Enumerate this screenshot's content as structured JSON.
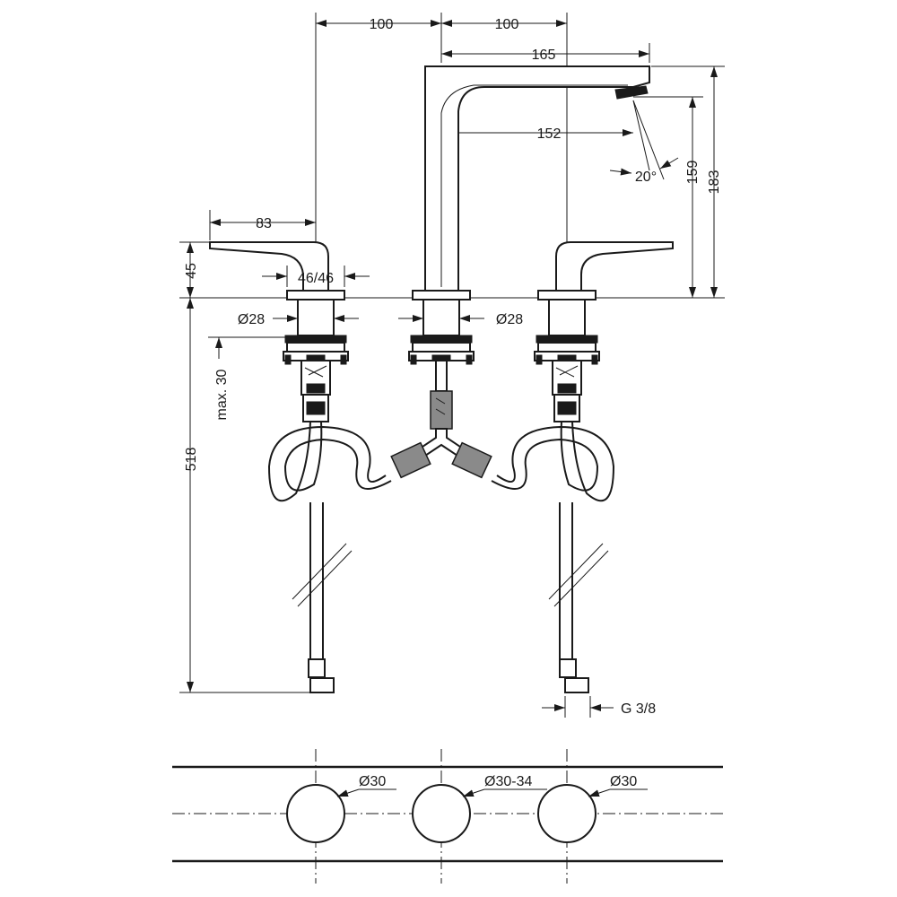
{
  "diagram": {
    "dimensions": {
      "spacing_left": "100",
      "spacing_right": "100",
      "spout_reach": "165",
      "spout_reach_inner": "152",
      "spray_angle": "20°",
      "outlet_height": "159",
      "total_height": "183",
      "handle_length": "83",
      "handle_height": "45",
      "handle_base": "46/46",
      "diameter_left": "Ø28",
      "diameter_center": "Ø28",
      "max_thickness": "max. 30",
      "hose_length": "518",
      "connection": "G 3/8"
    },
    "cutout": {
      "hole_left": "Ø30",
      "hole_center": "Ø30-34",
      "hole_right": "Ø30"
    }
  }
}
